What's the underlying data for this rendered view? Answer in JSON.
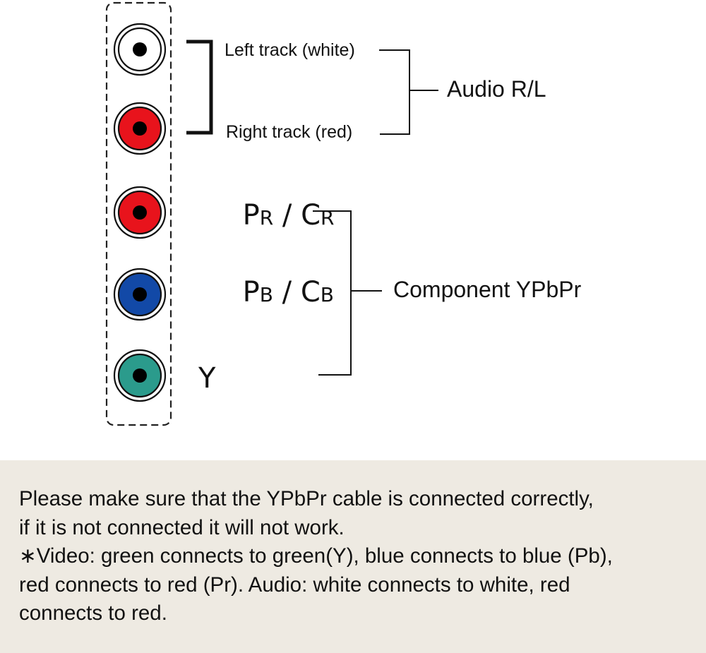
{
  "diagram": {
    "title": "YPbPr component and audio connector guide",
    "connectors": [
      {
        "id": "left-audio",
        "color_name": "white",
        "fill": "#ffffff"
      },
      {
        "id": "right-audio",
        "color_name": "red",
        "fill": "#e8131c"
      },
      {
        "id": "pr",
        "color_name": "red",
        "fill": "#e8131c"
      },
      {
        "id": "pb",
        "color_name": "blue",
        "fill": "#1249a7"
      },
      {
        "id": "y",
        "color_name": "green",
        "fill": "#2b9b8c"
      }
    ],
    "labels": {
      "left_track": "Left track (white)",
      "right_track": "Right track (red)",
      "audio_group": "Audio R/L",
      "pr_main1": "P",
      "pr_sub1": "R",
      "pr_sep": " / ",
      "pr_main2": "C",
      "pr_sub2": "R",
      "pb_main1": "P",
      "pb_sub1": "B",
      "pb_sep": " / ",
      "pb_main2": "C",
      "pb_sub2": "B",
      "y": "Y",
      "component_group": "Component YPbPr"
    }
  },
  "note": {
    "lines": [
      "Please make sure that the YPbPr cable is connected correctly,",
      "if it is not connected it will not work.",
      "∗Video: green connects to green(Y), blue connects to blue (Pb),",
      "red connects to red (Pr). Audio: white connects to white, red",
      "connects to red."
    ]
  }
}
